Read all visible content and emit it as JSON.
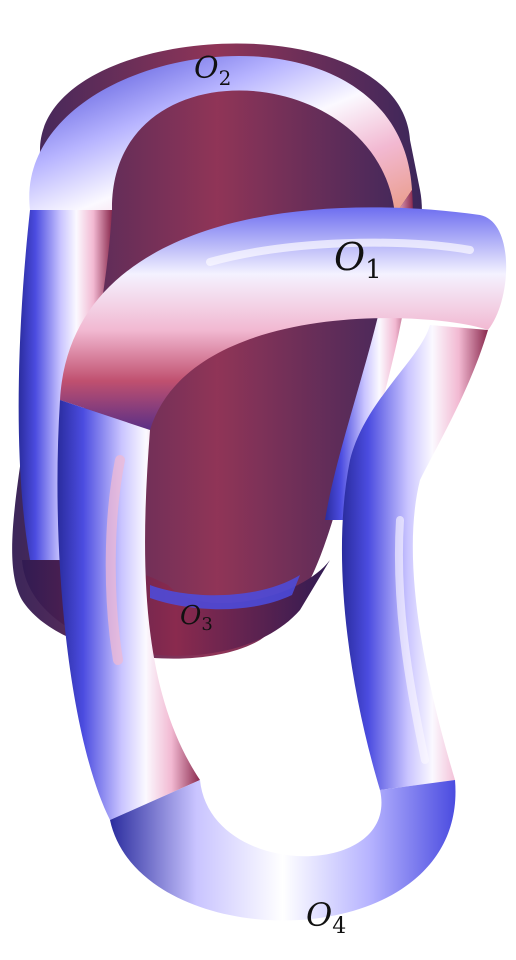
{
  "figure": {
    "labels": {
      "o1": {
        "letter": "O",
        "sub": "1"
      },
      "o2": {
        "letter": "O",
        "sub": "2"
      },
      "o3": {
        "letter": "O",
        "sub": "3"
      },
      "o4": {
        "letter": "O",
        "sub": "4"
      }
    },
    "colors": {
      "blue": "#4b4ce0",
      "deep_blue": "#2a2c9e",
      "lavender": "#c9c4ff",
      "white": "#fbf9ff",
      "pink": "#f2b9d2",
      "salmon": "#e99a84",
      "maroon": "#8a2a4e",
      "purple": "#5a2f86",
      "dark": "#311b52"
    }
  }
}
